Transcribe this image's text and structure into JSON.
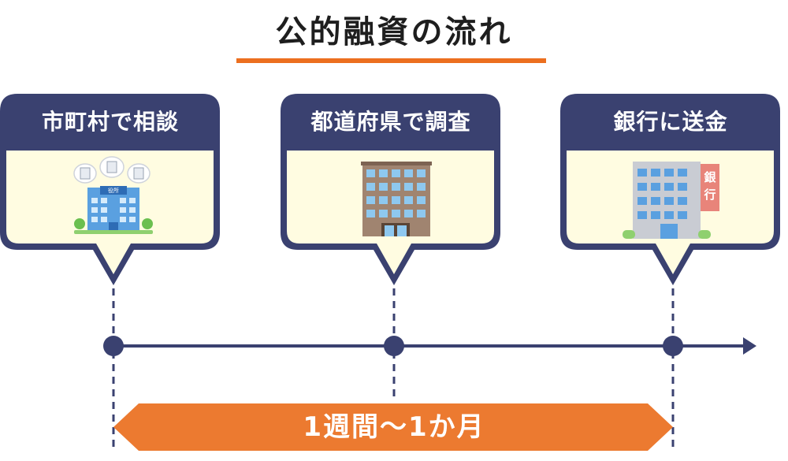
{
  "title": "公的融資の流れ",
  "colors": {
    "navy": "#3a4170",
    "card_fill": "#fffce1",
    "accent_orange": "#ec6f1f",
    "underline": "#ec6f1f"
  },
  "steps": [
    {
      "label": "市町村で相談",
      "icon": "city-hall-building-icon",
      "sign": "役所"
    },
    {
      "label": "都道府県で調査",
      "icon": "prefectural-office-building-icon"
    },
    {
      "label": "銀行に送金",
      "icon": "bank-building-icon",
      "sign": "銀行"
    }
  ],
  "duration": "1週間～1か月"
}
